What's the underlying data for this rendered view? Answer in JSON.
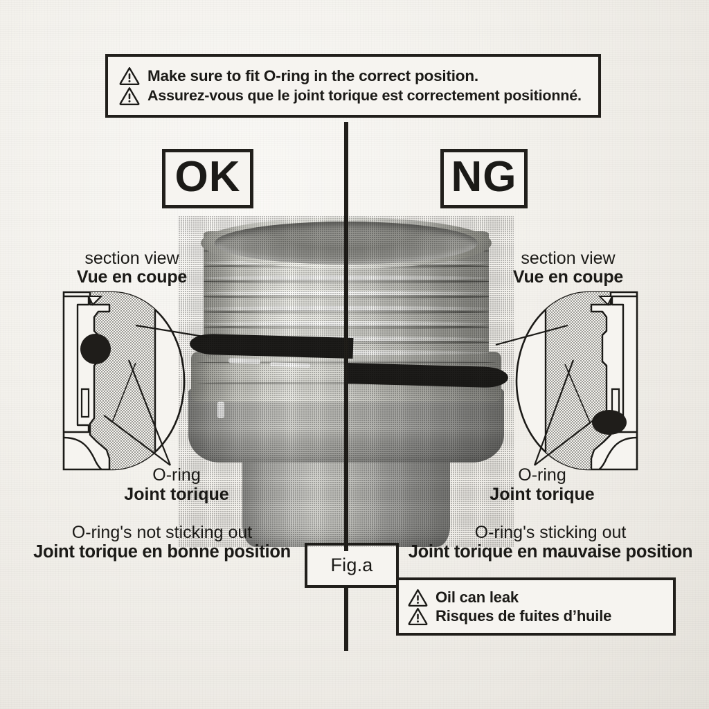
{
  "document": {
    "title": "O-ring fitting instruction label",
    "background_color": "#f4f2ee",
    "ink_color": "#211f1b"
  },
  "warning_top": {
    "icon": "warning-triangle-icon",
    "lines": [
      {
        "lang": "en",
        "text": "Make sure to fit O-ring in the correct position."
      },
      {
        "lang": "fr",
        "text": "Assurez-vous que le joint torique est correctement positionné."
      }
    ]
  },
  "verdicts": {
    "ok": "OK",
    "ng": "NG"
  },
  "section_view": {
    "left": {
      "en": "section view",
      "fr": "Vue en coupe"
    },
    "right": {
      "en": "section view",
      "fr": "Vue en coupe"
    }
  },
  "oring_label": {
    "left": {
      "en": "O-ring",
      "fr": "Joint torique"
    },
    "right": {
      "en": "O-ring",
      "fr": "Joint torique"
    }
  },
  "status": {
    "left": {
      "en": "O-ring's not sticking out",
      "fr": "Joint torique en bonne position"
    },
    "right": {
      "en": "O-ring's sticking out",
      "fr": "Joint torique en mauvaise position"
    }
  },
  "figure": {
    "caption": "Fig.a"
  },
  "warning_bottom": {
    "icon": "warning-triangle-icon",
    "lines": [
      {
        "lang": "en",
        "text": "Oil can leak"
      },
      {
        "lang": "fr",
        "text": "Risques de fuites d’huile"
      }
    ]
  },
  "photo": {
    "subject": "threaded oil filter cap with O-ring",
    "split": "vertical divider separating OK half from NG half",
    "oring_color": "#1d1c1a"
  }
}
